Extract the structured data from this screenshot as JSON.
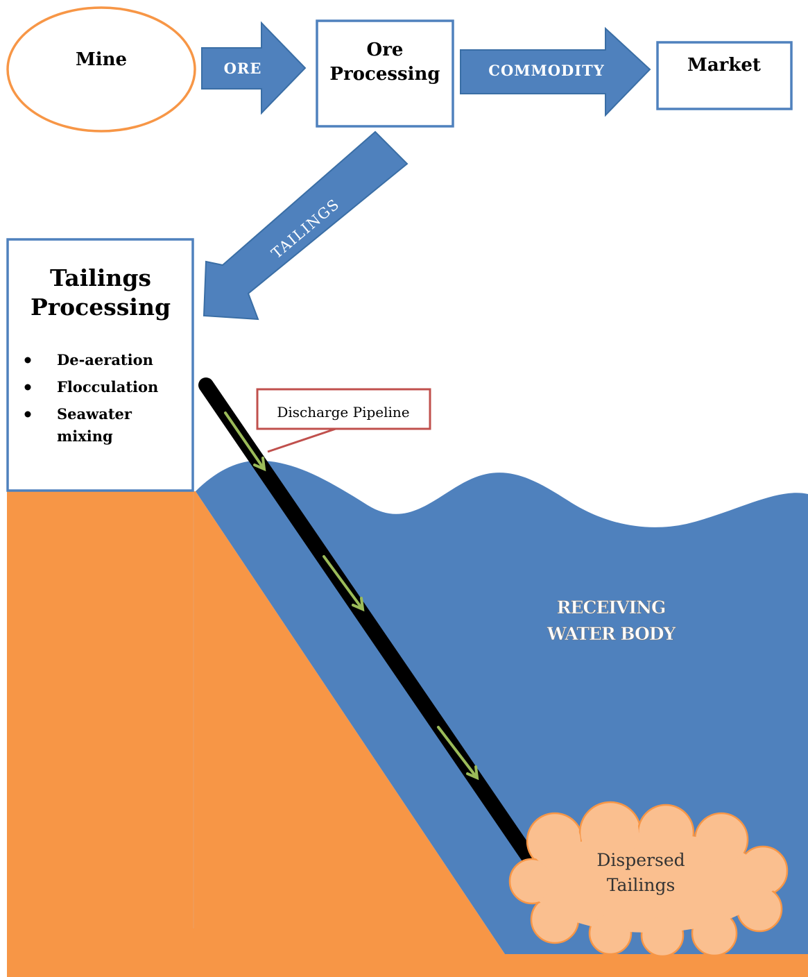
{
  "nodes": {
    "mine": "Mine",
    "ore_processing": [
      "Ore",
      "Processing"
    ],
    "market": "Market",
    "tailings_processing": {
      "title": [
        "Tailings",
        "Processing"
      ],
      "steps": [
        "De-aeration",
        "Flocculation",
        [
          "Seawater",
          "mixing"
        ]
      ]
    },
    "dispersed_tailings": [
      "Dispersed",
      "Tailings"
    ]
  },
  "flows": {
    "ore": "ORE",
    "commodity": "COMMODITY",
    "tailings": "TAILINGS"
  },
  "callouts": {
    "discharge_pipeline": "Discharge Pipeline"
  },
  "regions": {
    "water_body": [
      "RECEIVING",
      "WATER BODY"
    ]
  },
  "colors": {
    "arrow_fill": "#4f81bd",
    "arrow_stroke": "#3a6ea5",
    "box_stroke": "#4f81bd",
    "mine_stroke": "#f79646",
    "land": "#f79646",
    "water": "#4f81bd",
    "pipe": "#000000",
    "flow_arrow": "#9bbb59",
    "callout_stroke": "#c0504d",
    "cloud_fill": "#fabf8f",
    "cloud_stroke": "#f79646"
  }
}
